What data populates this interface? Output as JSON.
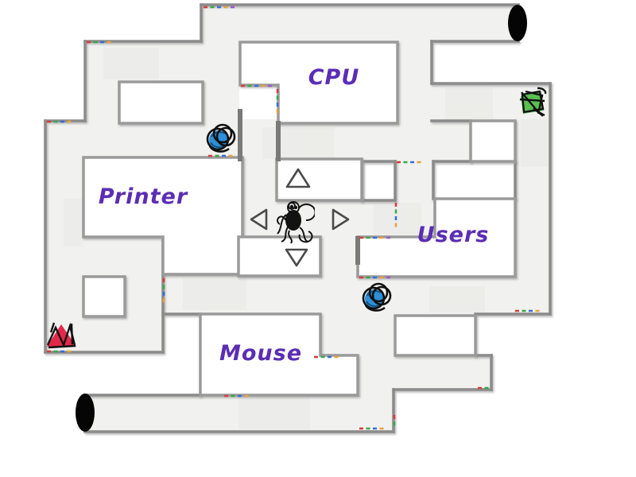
{
  "game": {
    "rooms": {
      "cpu": {
        "label": "CPU"
      },
      "printer": {
        "label": "Printer"
      },
      "users": {
        "label": "Users"
      },
      "mouse": {
        "label": "Mouse"
      }
    },
    "controls": {
      "up": {
        "icon": "triangle-up"
      },
      "down": {
        "icon": "triangle-down"
      },
      "left": {
        "icon": "triangle-left"
      },
      "right": {
        "icon": "triangle-right"
      }
    },
    "sprites": {
      "player": {
        "icon": "scribble-spider"
      },
      "items": [
        {
          "icon": "scribble-blue-ball",
          "location": "corridor-left-of-cpu"
        },
        {
          "icon": "scribble-blue-ball",
          "location": "corridor-below-users"
        },
        {
          "icon": "scribble-green-block",
          "location": "corridor-top-right"
        },
        {
          "icon": "scribble-red-triangle",
          "location": "corridor-bottom-left"
        }
      ],
      "tunnels": [
        {
          "icon": "black-ellipse",
          "position": "top-right"
        },
        {
          "icon": "black-ellipse",
          "position": "bottom-left"
        }
      ]
    },
    "colors": {
      "label_text": "#5b2db4",
      "wall": "#8b8b8b",
      "corridor_fill": "#f1f1ef",
      "room_fill": "#ffffff",
      "item_blue": "#2e8fd6",
      "item_green": "#57c14f",
      "item_red": "#e3294a",
      "tunnel": "#050505"
    }
  }
}
